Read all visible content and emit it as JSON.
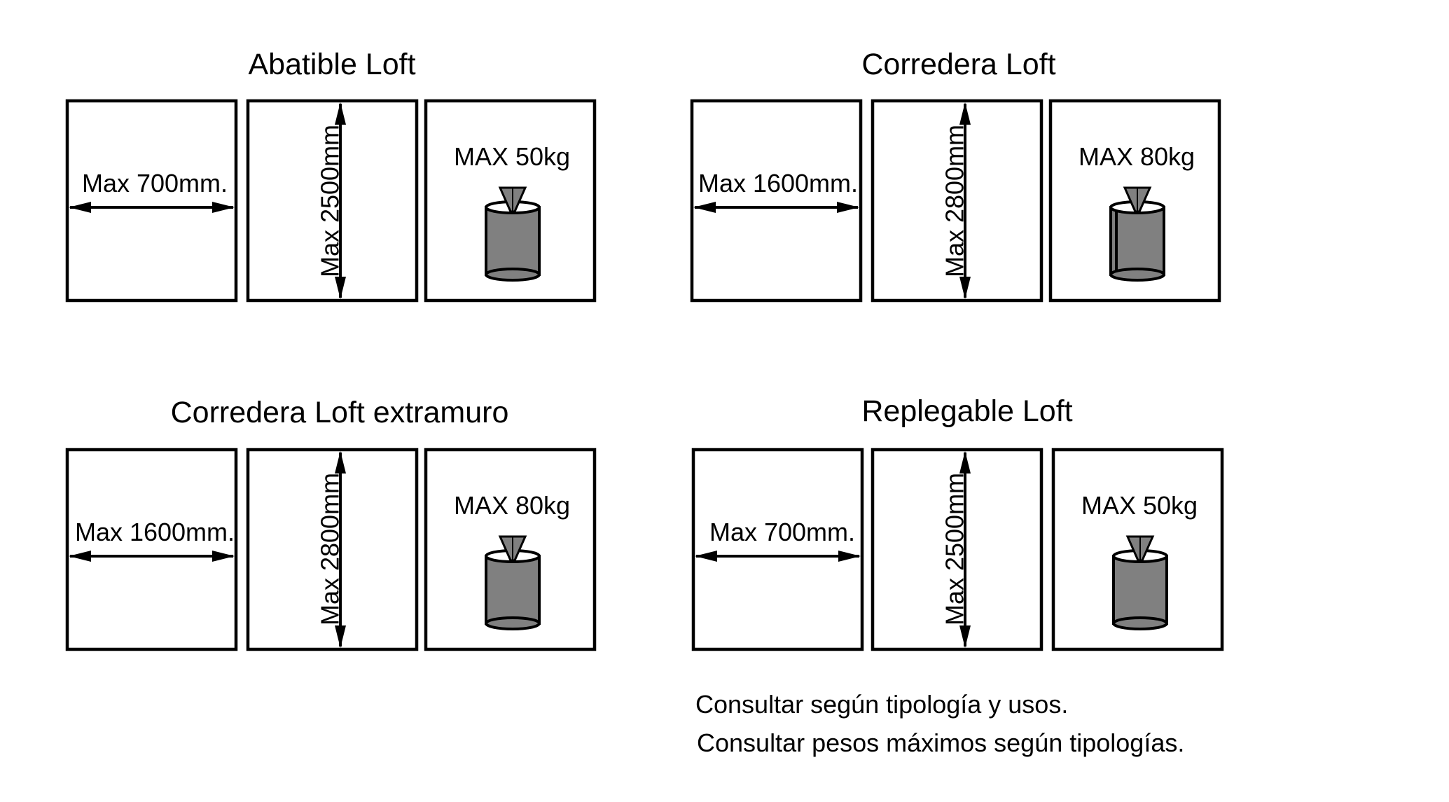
{
  "groups": [
    {
      "title": "Abatible Loft",
      "width_label": "Max 700mm.",
      "height_label": "Max 2500mm",
      "weight_label": "MAX 50kg"
    },
    {
      "title": "Corredera Loft",
      "width_label": "Max 1600mm.",
      "height_label": "Max 2800mm",
      "weight_label": "MAX 80kg"
    },
    {
      "title": "Corredera Loft extramuro",
      "width_label": "Max 1600mm.",
      "height_label": "Max 2800mm",
      "weight_label": "MAX 80kg"
    },
    {
      "title": "Replegable Loft",
      "width_label": "Max 700mm.",
      "height_label": "Max 2500mm",
      "weight_label": "MAX 50kg"
    }
  ],
  "notes": {
    "line1": "Consultar según tipología y usos.",
    "line2": "Consultar pesos máximos según tipologías."
  },
  "colors": {
    "line": "#000000",
    "weight_fill": "#808080",
    "weight_top": "#ffffff",
    "background": "#ffffff"
  },
  "icons": {
    "weight": "weight-icon",
    "width_arrow": "double-arrow-horizontal",
    "height_arrow": "double-arrow-vertical"
  }
}
